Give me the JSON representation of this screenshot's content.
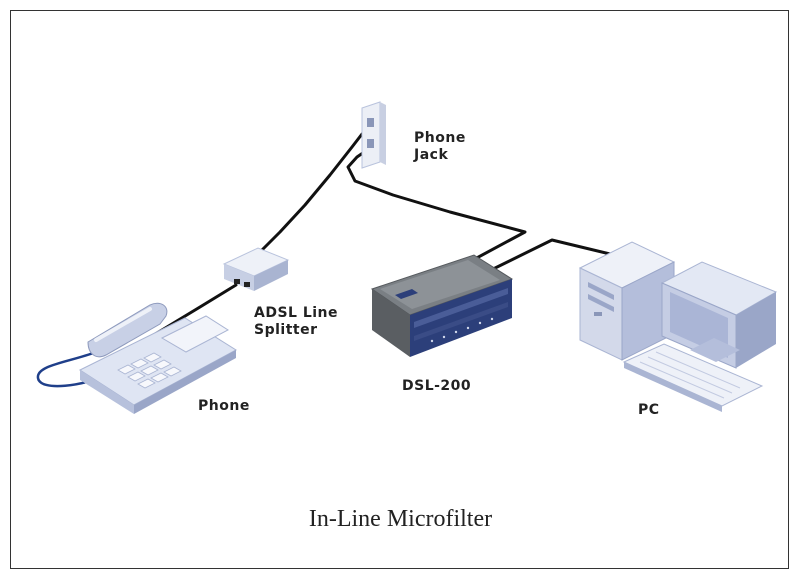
{
  "diagram": {
    "title": "In-Line Microfilter",
    "nodes": {
      "phone_jack": {
        "line1": "Phone",
        "line2": "Jack",
        "icon": "wall-jack-icon"
      },
      "splitter": {
        "line1": "ADSL Line",
        "line2": "Splitter",
        "icon": "splitter-icon"
      },
      "phone": {
        "label": "Phone",
        "icon": "telephone-icon"
      },
      "modem": {
        "label": "DSL-200",
        "icon": "modem-icon"
      },
      "pc": {
        "label": "PC",
        "icon": "desktop-pc-icon"
      }
    },
    "colors": {
      "cable": "#111111",
      "device_light": "#dde3f1",
      "device_mid": "#b9c3dd",
      "device_dark": "#8a96b8",
      "phone_cord": "#1f3f8a",
      "modem_body": "#6f7478",
      "modem_front": "#2c3f7a"
    }
  }
}
